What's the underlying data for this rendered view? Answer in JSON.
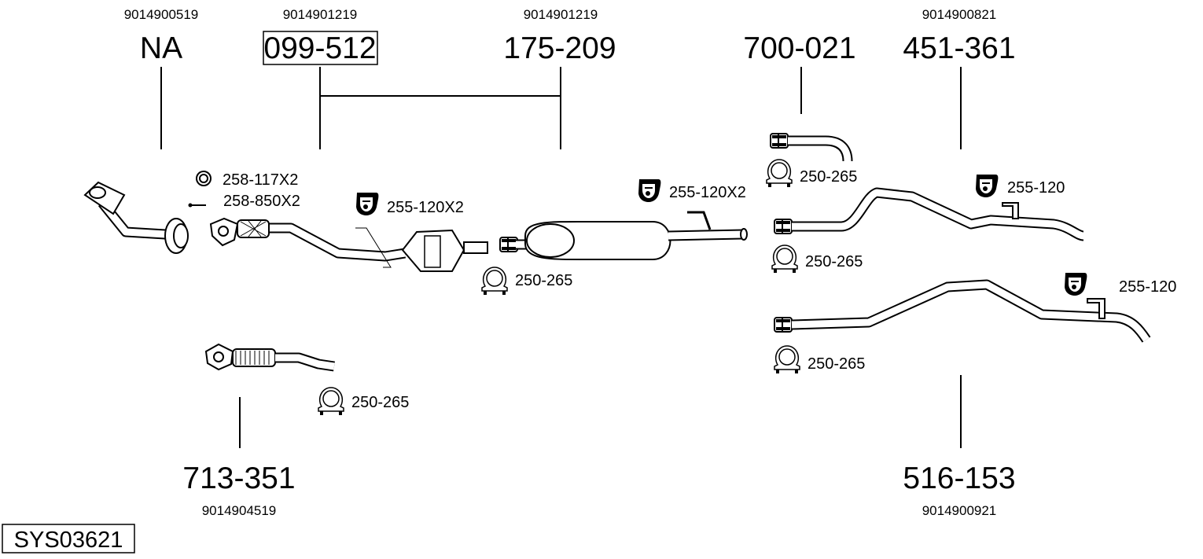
{
  "diagram_id": "SYS03621",
  "parts": [
    {
      "ref": "NA",
      "part_no": "9014900519",
      "boxed": false
    },
    {
      "ref": "099-512",
      "part_no": "9014901219",
      "boxed": true
    },
    {
      "ref": "175-209",
      "part_no": "9014901219",
      "boxed": false
    },
    {
      "ref": "700-021",
      "part_no": "",
      "boxed": false
    },
    {
      "ref": "451-361",
      "part_no": "9014900821",
      "boxed": false
    },
    {
      "ref": "713-351",
      "part_no": "9014904519",
      "boxed": false
    },
    {
      "ref": "516-153",
      "part_no": "9014900921",
      "boxed": false
    }
  ],
  "accessories": {
    "ring": {
      "label": "258-117X2",
      "icon": "gasket-ring-icon"
    },
    "bolt": {
      "label": "258-850X2",
      "icon": "bolt-icon"
    },
    "hanger_cat": {
      "label": "255-120X2",
      "icon": "rubber-hanger-icon"
    },
    "clamp_mid": {
      "label": "250-265",
      "icon": "clamp-icon"
    },
    "hanger_mid": {
      "label": "255-120X2",
      "icon": "rubber-hanger-icon"
    },
    "clamp_700": {
      "label": "250-265",
      "icon": "clamp-icon"
    },
    "hanger_451": {
      "label": "255-120",
      "icon": "rubber-hanger-icon"
    },
    "clamp_451": {
      "label": "250-265",
      "icon": "clamp-icon"
    },
    "hanger_516": {
      "label": "255-120",
      "icon": "rubber-hanger-icon"
    },
    "clamp_516": {
      "label": "250-265",
      "icon": "clamp-icon"
    },
    "clamp_713": {
      "label": "250-265",
      "icon": "clamp-icon"
    }
  }
}
